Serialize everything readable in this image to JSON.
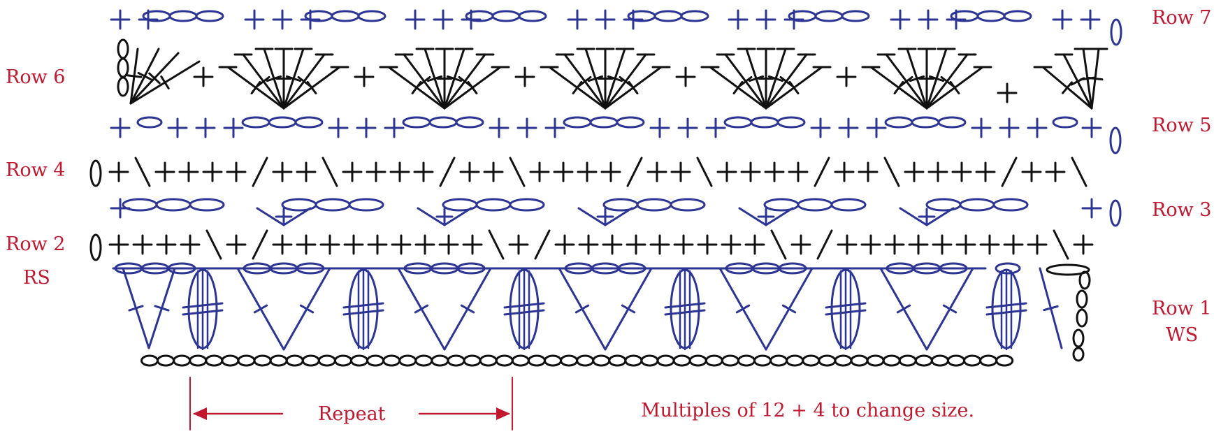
{
  "labels": {
    "row7": "Row 7",
    "row6": "Row 6",
    "row5": "Row 5",
    "row4": "Row 4",
    "row3": "Row 3",
    "row2": "Row 2",
    "rs": "RS",
    "row1": "Row 1",
    "ws": "WS",
    "repeat": "Repeat",
    "multiples": "Multiples of 12 + 4 to change size."
  },
  "colors": {
    "label": "#c0182f",
    "blue_rows": "#2c3494",
    "black_rows": "#111111"
  },
  "legend_symbols": {
    "sc": "plus sign",
    "ch": "oval",
    "dc": "post with one slash",
    "tr": "post with two slashes",
    "cluster": "elongated oval with strands"
  },
  "row_colors": {
    "row1": "blue",
    "row2": "black",
    "row3": "blue",
    "row4": "black",
    "row5": "blue",
    "row6": "black",
    "row7": "blue"
  },
  "stitch_multiple": "12 + 4"
}
